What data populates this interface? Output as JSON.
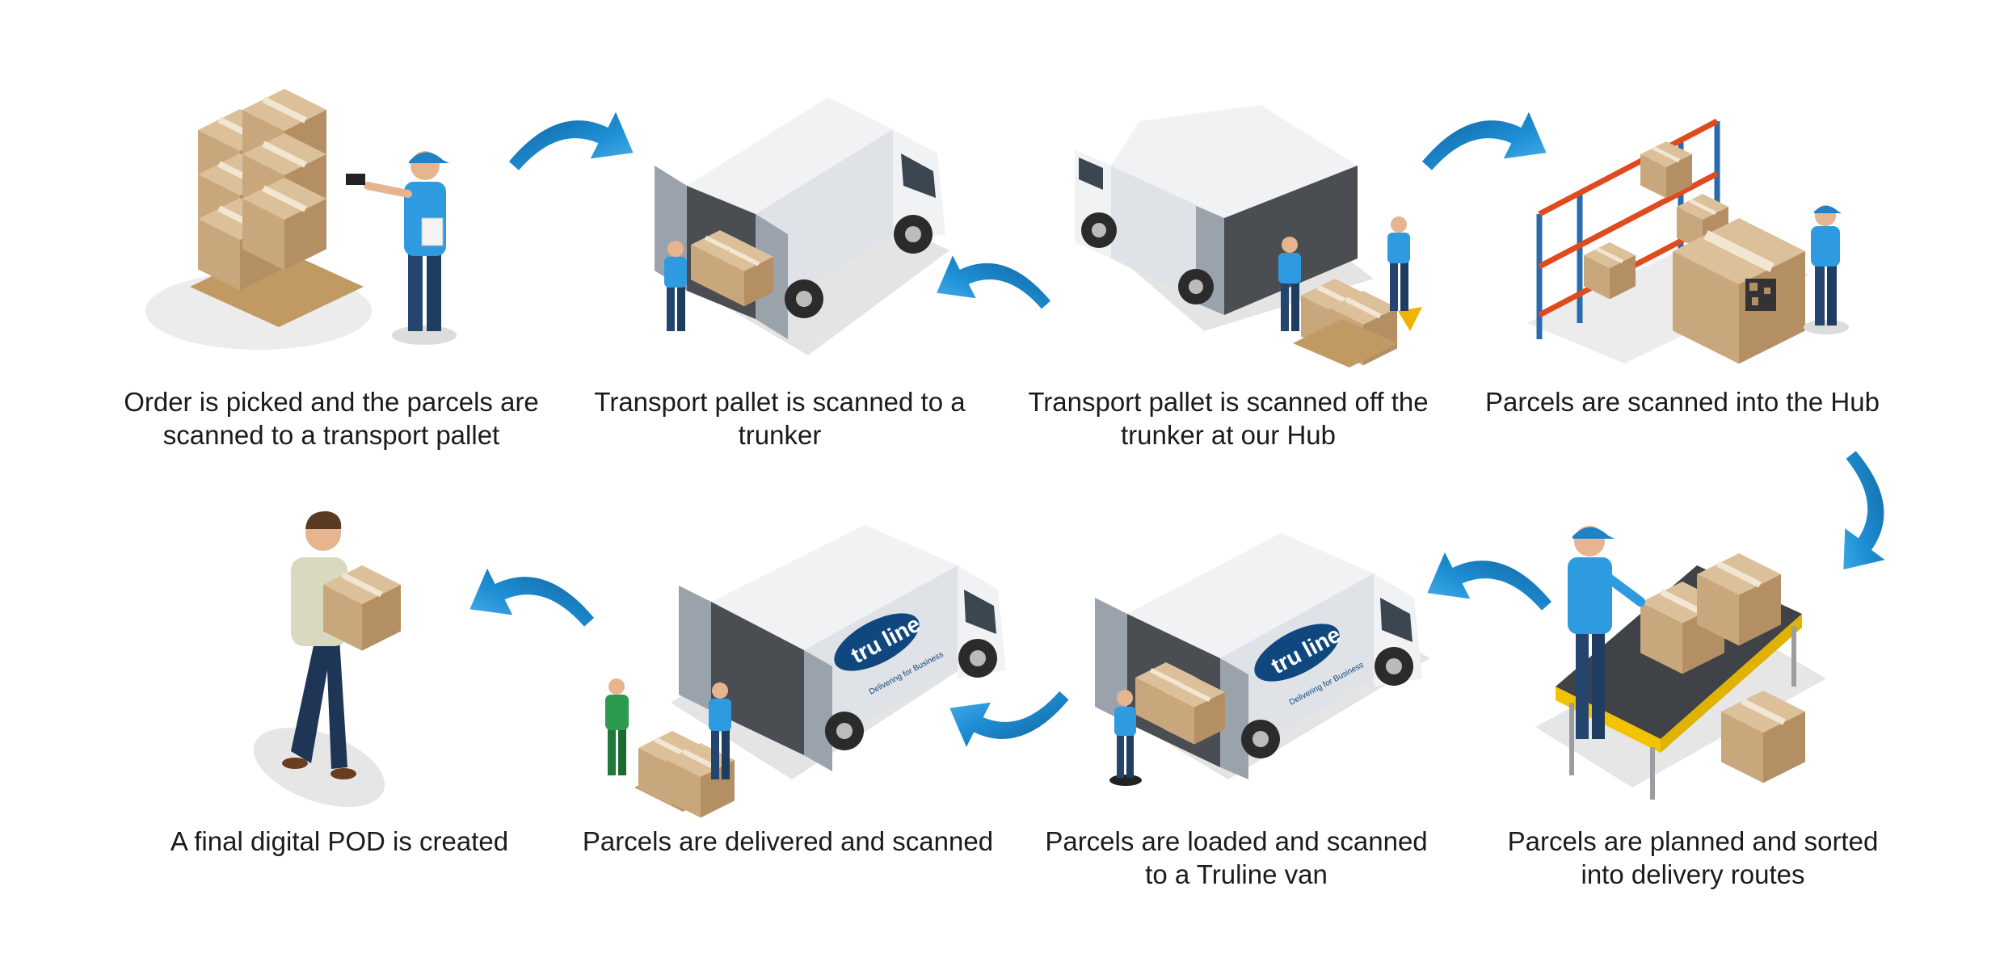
{
  "steps": [
    {
      "line1": "Order is picked and the parcels are",
      "line2": "scanned to a transport pallet"
    },
    {
      "line1": "Transport pallet is scanned to a",
      "line2": "trunker"
    },
    {
      "line1": "Transport pallet is scanned off the",
      "line2": "trunker at our Hub"
    },
    {
      "line1": "Parcels are scanned into the Hub",
      "line2": ""
    },
    {
      "line1": "Parcels are planned and sorted",
      "line2": "into delivery routes"
    },
    {
      "line1": "Parcels are loaded and scanned",
      "line2": "to a Truline van"
    },
    {
      "line1": "Parcels are delivered and scanned",
      "line2": ""
    },
    {
      "line1": "A final digital POD is created",
      "line2": ""
    }
  ],
  "logo": {
    "word_a": "tru",
    "word_b": "line",
    "tagline": "Delivering for Business"
  },
  "colors": {
    "arrow": "#1e8fd5",
    "arrow_dark": "#0f5f99",
    "box": "#c9a77c",
    "shirt": "#2e9be0",
    "truck": "#e7e9ec",
    "rack": "#e04a1f",
    "conveyor": "#f2c400"
  }
}
